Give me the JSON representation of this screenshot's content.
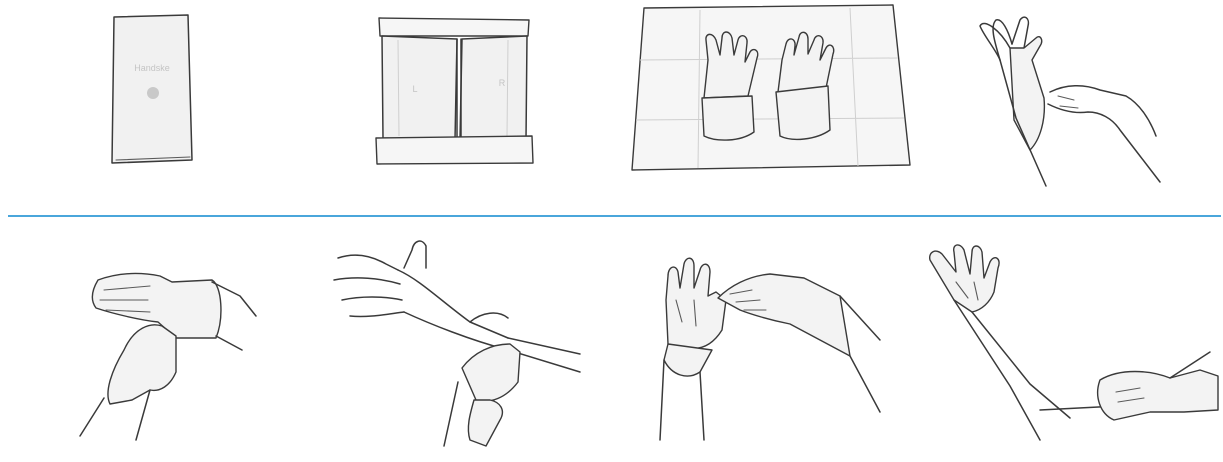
{
  "colors": {
    "divider": "#4aa6db",
    "ink": "#3a3a3a",
    "paper_fill": "#f1f1f1",
    "label_gray": "#c4c4c4"
  },
  "top_row": {
    "step1": {
      "package_label": "Handske"
    },
    "step2": {
      "left_label": "L",
      "right_label": "R"
    }
  }
}
